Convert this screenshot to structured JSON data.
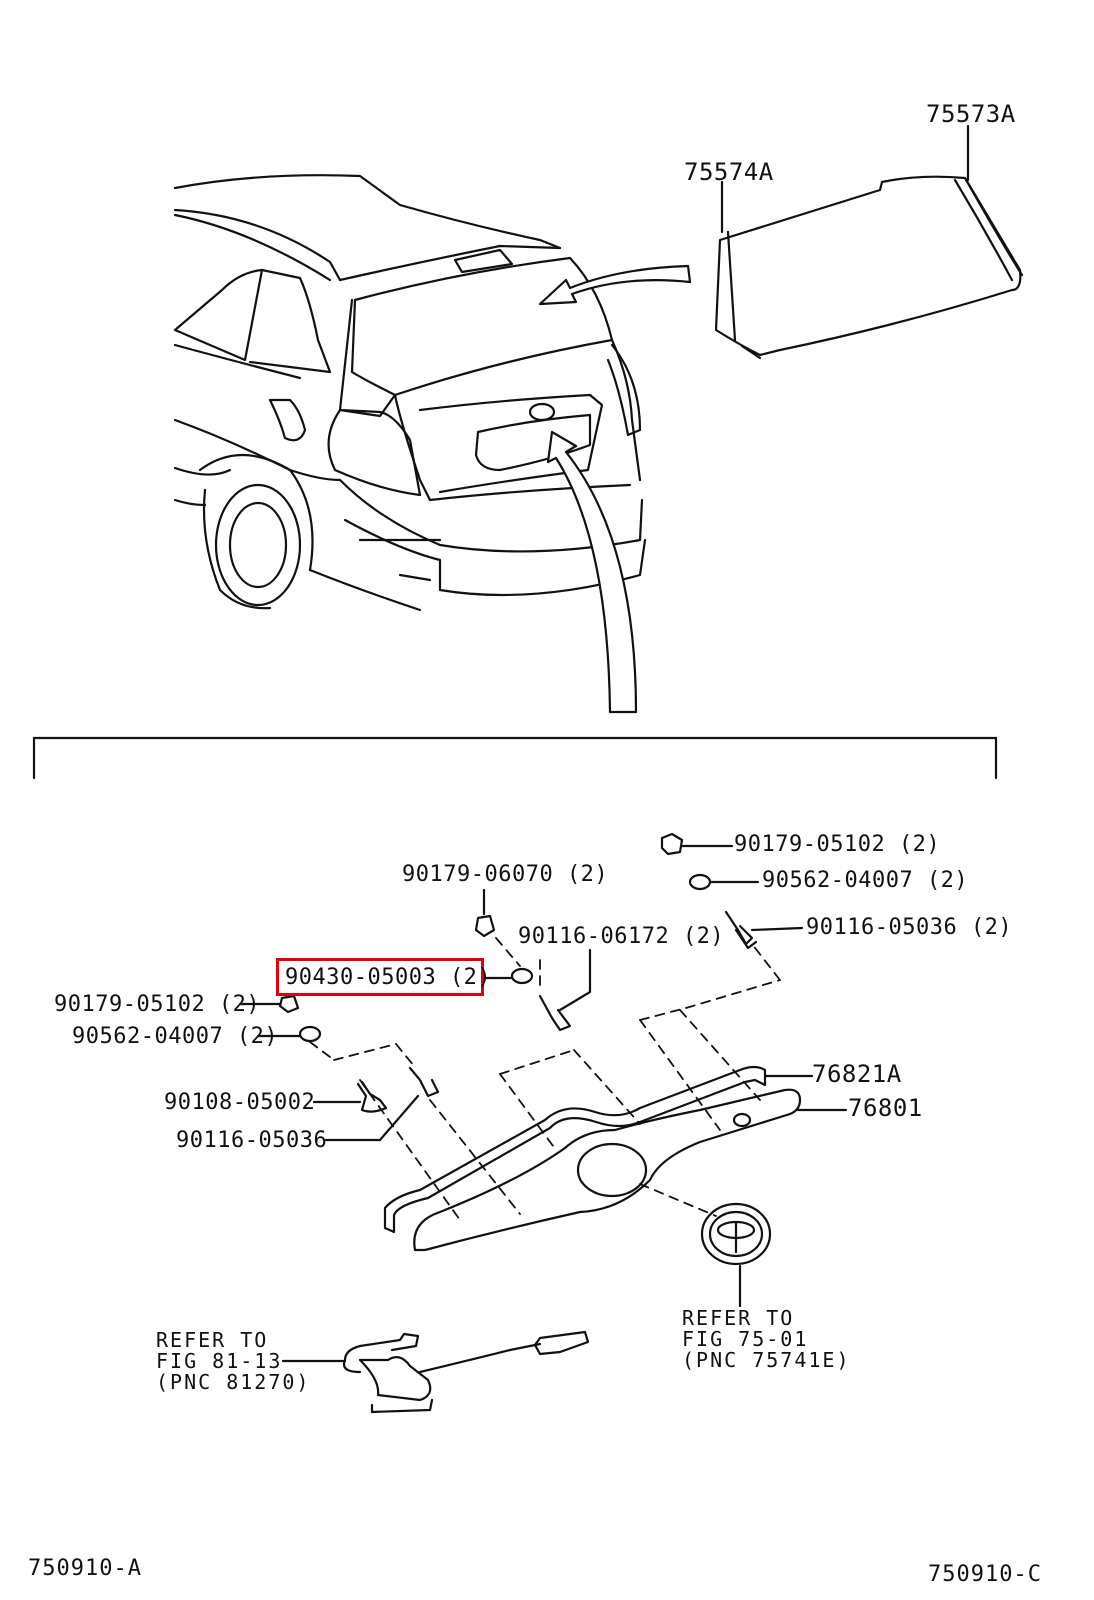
{
  "diagram": {
    "top_parts": {
      "glass_a": "75573A",
      "glass_b": "75574A"
    },
    "parts": {
      "p1": "90179-05102 (2)",
      "p2": "90562-04007 (2)",
      "p3": "90116-05036 (2)",
      "p4": "90179-06070 (2)",
      "p5": "90116-06172 (2)",
      "p6": "90430-05003 (2)",
      "p7": "90179-05102 (2)",
      "p8": "90562-04007 (2)",
      "p9": "76821A",
      "p10": "76801",
      "p11": "90108-05002",
      "p12": "90116-05036"
    },
    "refs": {
      "lamp": {
        "line1": "REFER TO",
        "line2": "FIG 81-13",
        "line3": "(PNC 81270)"
      },
      "emblem": {
        "line1": "REFER TO",
        "line2": "FIG 75-01",
        "line3": "(PNC 75741E)"
      }
    },
    "highlight_color": "#e0000a",
    "footer": {
      "left": "750910-A",
      "right": "750910-C"
    }
  }
}
